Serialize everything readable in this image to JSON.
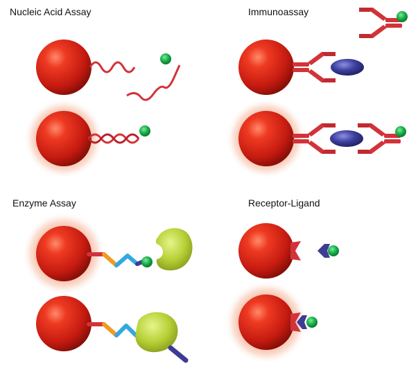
{
  "panels": {
    "nucleic_acid": {
      "title": "Nucleic Acid Assay"
    },
    "immunoassay": {
      "title": "Immunoassay"
    },
    "enzyme": {
      "title": "Enzyme Assay"
    },
    "receptor_ligand": {
      "title": "Receptor-Ligand"
    }
  },
  "colors": {
    "bead": "#d81e12",
    "glow": "#f6b49a",
    "strand": "#d2333a",
    "label_dot": "#18b24a",
    "antigen": "#3c3f9e",
    "enzyme_blob": "#b6cf35",
    "linker_orange": "#f29a21",
    "linker_blue": "#33a8e0",
    "linker_navy": "#3d3b94"
  }
}
